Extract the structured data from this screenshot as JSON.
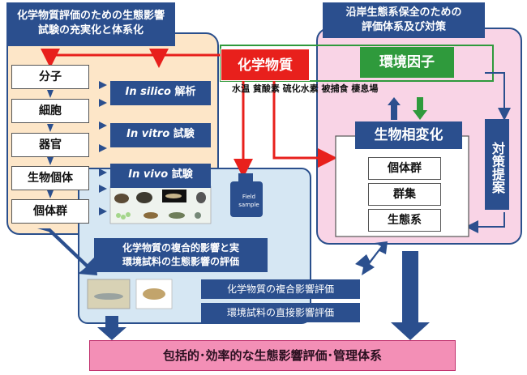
{
  "left_panel": {
    "header": [
      "化学物質評価のための生態影響",
      "試験の充実化と体系化"
    ],
    "levels": [
      "分子",
      "細胞",
      "器官",
      "生物個体",
      "個体群"
    ],
    "methods": [
      {
        "italic": "In silico",
        "rest": " 解析"
      },
      {
        "italic": "In vitro",
        "rest": " 試験"
      },
      {
        "italic": "In vivo",
        "rest": " 試験"
      }
    ]
  },
  "right_panel": {
    "header": [
      "沿岸生態系保全のための",
      "評価体系及び対策"
    ],
    "biological_change": "生物相変化",
    "levels": [
      "個体群",
      "群集",
      "生態系"
    ],
    "countermeasure": "対策提案"
  },
  "center": {
    "chemical": "化学物質",
    "environmental_factor": "環境因子",
    "factors": "水温 貧酸素 硫化水素 被捕食 棲息場"
  },
  "middle_panel": {
    "header": [
      "化学物質の複合的影響と実",
      "環境試料の生態影響の評価"
    ],
    "field_sample": [
      "Field",
      "sample"
    ],
    "items": [
      "化学物質の複合影響評価",
      "環境試料の直接影響評価"
    ]
  },
  "bottom": "包括的･効率的な生態影響評価･管理体系",
  "colors": {
    "navy": "#2b4f8e",
    "red": "#e8201c",
    "green": "#2f9a3c",
    "pink": "#f38fb6"
  }
}
